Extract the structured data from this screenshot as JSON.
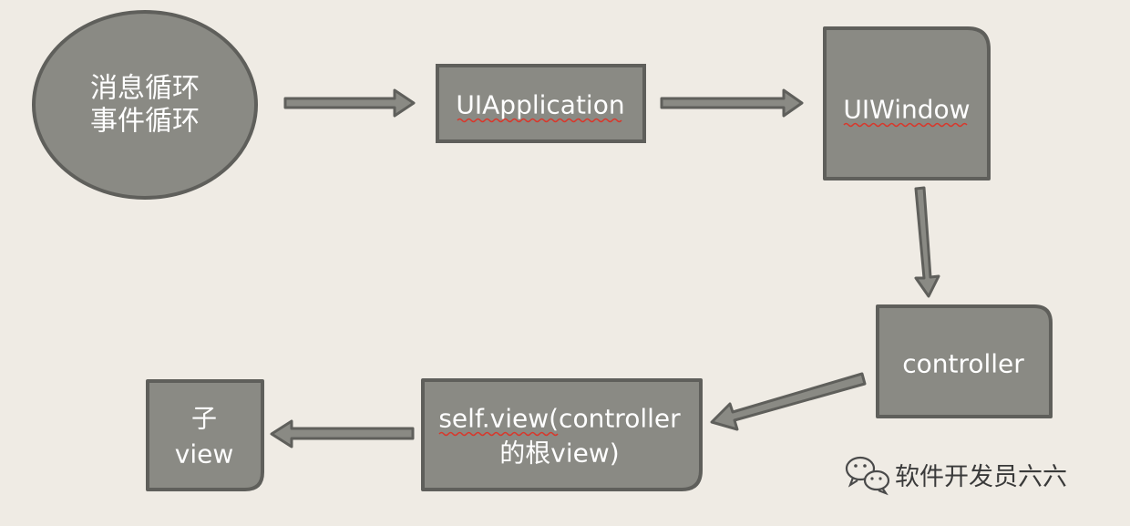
{
  "nodes": {
    "message_loop": {
      "line1": "消息循环",
      "line2": "事件循环"
    },
    "uiapplication": {
      "label": "UIApplication"
    },
    "uiwindow": {
      "label": "UIWindow"
    },
    "controller": {
      "label": "controller"
    },
    "self_view": {
      "line1": "self.view(controller",
      "line2": "的根view)"
    },
    "sub_view": {
      "line1": "子",
      "line2": "view"
    }
  },
  "watermark": {
    "text": "软件开发员六六",
    "icon": "wechat-icon"
  },
  "colors": {
    "background": "#efebe4",
    "node_fill": "#8a8a84",
    "node_border": "#5f5f5b",
    "text": "#ffffff",
    "spellcheck_underline": "#d9372b"
  }
}
